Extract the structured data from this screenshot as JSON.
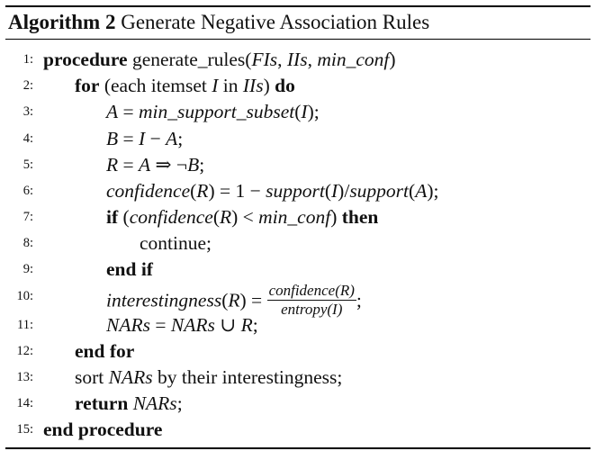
{
  "caption": {
    "label": "Algorithm 2",
    "title": "Generate Negative Association Rules"
  },
  "lines": [
    {
      "no": "1:",
      "segments": [
        {
          "t": "procedure",
          "s": "kw"
        },
        {
          "t": " generate_rules(",
          "s": ""
        },
        {
          "t": "FIs",
          "s": "it"
        },
        {
          "t": ", ",
          "s": ""
        },
        {
          "t": "IIs",
          "s": "it"
        },
        {
          "t": ", ",
          "s": ""
        },
        {
          "t": "min_conf",
          "s": "it"
        },
        {
          "t": ")",
          "s": ""
        }
      ]
    },
    {
      "no": "2:",
      "segments": [
        {
          "t": "for",
          "s": "kw"
        },
        {
          "t": " (each itemset ",
          "s": ""
        },
        {
          "t": "I",
          "s": "it"
        },
        {
          "t": " in ",
          "s": ""
        },
        {
          "t": "IIs",
          "s": "it"
        },
        {
          "t": ") ",
          "s": ""
        },
        {
          "t": "do",
          "s": "kw"
        }
      ]
    },
    {
      "no": "3:",
      "segments": [
        {
          "t": "A",
          "s": "it"
        },
        {
          "t": " = ",
          "s": ""
        },
        {
          "t": "min_support_subset",
          "s": "it"
        },
        {
          "t": "(",
          "s": ""
        },
        {
          "t": "I",
          "s": "it"
        },
        {
          "t": ");",
          "s": ""
        }
      ]
    },
    {
      "no": "4:",
      "segments": [
        {
          "t": "B",
          "s": "it"
        },
        {
          "t": " = ",
          "s": ""
        },
        {
          "t": "I",
          "s": "it"
        },
        {
          "t": " − ",
          "s": ""
        },
        {
          "t": "A",
          "s": "it"
        },
        {
          "t": ";",
          "s": ""
        }
      ]
    },
    {
      "no": "5:",
      "segments": [
        {
          "t": "R",
          "s": "it"
        },
        {
          "t": " = ",
          "s": ""
        },
        {
          "t": "A",
          "s": "it"
        },
        {
          "t": " ⇒ ¬",
          "s": ""
        },
        {
          "t": "B",
          "s": "it"
        },
        {
          "t": ";",
          "s": ""
        }
      ]
    },
    {
      "no": "6:",
      "segments": [
        {
          "t": "confidence",
          "s": "it"
        },
        {
          "t": "(",
          "s": ""
        },
        {
          "t": "R",
          "s": "it"
        },
        {
          "t": ") = 1 − ",
          "s": ""
        },
        {
          "t": "support",
          "s": "it"
        },
        {
          "t": "(",
          "s": ""
        },
        {
          "t": "I",
          "s": "it"
        },
        {
          "t": ")/",
          "s": ""
        },
        {
          "t": "support",
          "s": "it"
        },
        {
          "t": "(",
          "s": ""
        },
        {
          "t": "A",
          "s": "it"
        },
        {
          "t": ");",
          "s": ""
        }
      ]
    },
    {
      "no": "7:",
      "segments": [
        {
          "t": "if",
          "s": "kw"
        },
        {
          "t": " (",
          "s": ""
        },
        {
          "t": "confidence",
          "s": "it"
        },
        {
          "t": "(",
          "s": ""
        },
        {
          "t": "R",
          "s": "it"
        },
        {
          "t": ") < ",
          "s": ""
        },
        {
          "t": "min_conf",
          "s": "it"
        },
        {
          "t": ") ",
          "s": ""
        },
        {
          "t": "then",
          "s": "kw"
        }
      ]
    },
    {
      "no": "8:",
      "segments": [
        {
          "t": "continue;",
          "s": ""
        }
      ]
    },
    {
      "no": "9:",
      "segments": [
        {
          "t": "end if",
          "s": "kw"
        }
      ]
    },
    {
      "no": "10:",
      "segments": [
        {
          "t": "interestingness",
          "s": "it"
        },
        {
          "t": "(",
          "s": ""
        },
        {
          "t": "R",
          "s": "it"
        },
        {
          "t": ") = ",
          "s": ""
        }
      ],
      "fraction": {
        "numerator": "confidence(R)",
        "denominator": "entropy(I)"
      },
      "after": ";"
    },
    {
      "no": "11:",
      "segments": [
        {
          "t": "NARs",
          "s": "it"
        },
        {
          "t": " = ",
          "s": ""
        },
        {
          "t": "NARs",
          "s": "it"
        },
        {
          "t": " ∪ ",
          "s": ""
        },
        {
          "t": "R",
          "s": "it"
        },
        {
          "t": ";",
          "s": ""
        }
      ]
    },
    {
      "no": "12:",
      "segments": [
        {
          "t": "end for",
          "s": "kw"
        }
      ]
    },
    {
      "no": "13:",
      "segments": [
        {
          "t": "sort ",
          "s": ""
        },
        {
          "t": "NARs",
          "s": "it"
        },
        {
          "t": " by their interestingness;",
          "s": ""
        }
      ]
    },
    {
      "no": "14:",
      "segments": [
        {
          "t": "return",
          "s": "kw"
        },
        {
          "t": " ",
          "s": ""
        },
        {
          "t": "NARs",
          "s": "it"
        },
        {
          "t": ";",
          "s": ""
        }
      ]
    },
    {
      "no": "15:",
      "segments": [
        {
          "t": "end procedure",
          "s": "kw"
        }
      ]
    }
  ]
}
